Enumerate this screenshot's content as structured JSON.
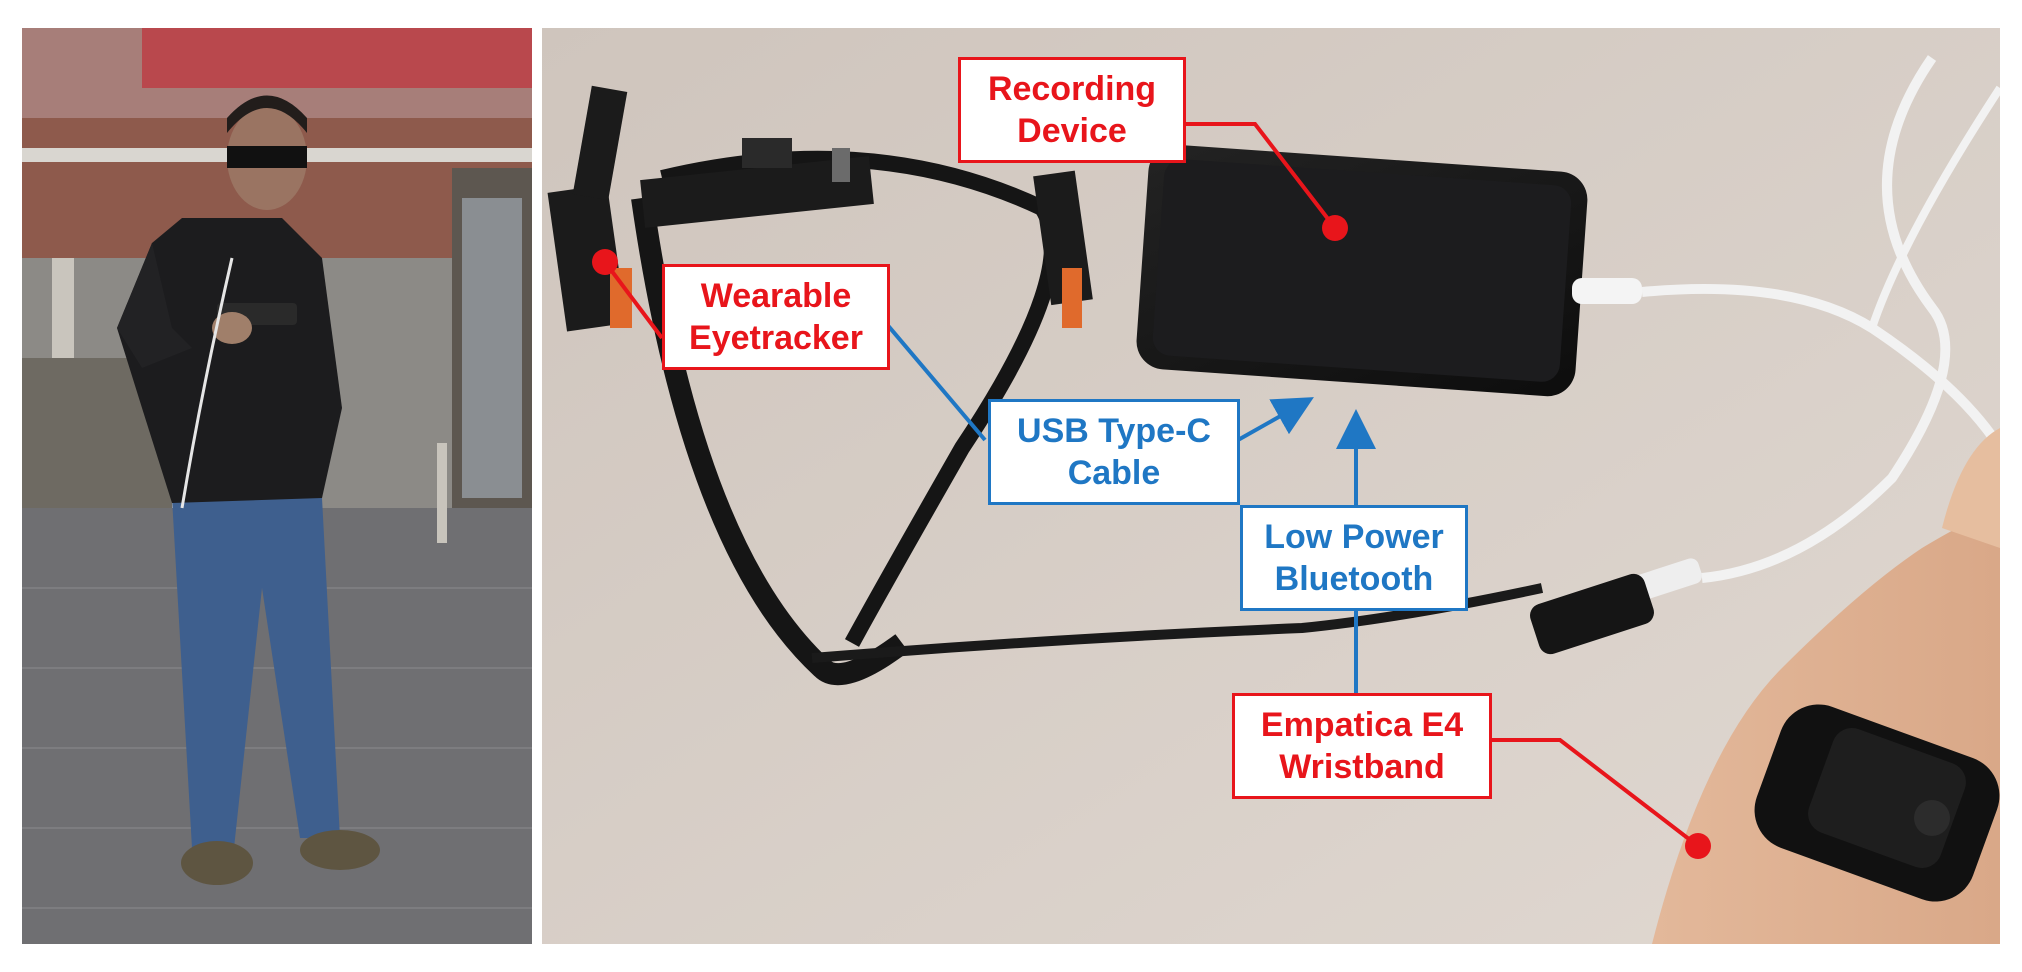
{
  "colors": {
    "label_red": "#e8151b",
    "label_blue": "#1f77c4",
    "table_surface": "#d7cfc8",
    "device_black": "#161616"
  },
  "left_photo": {
    "description_icon": "person-with-eyetracker-photo"
  },
  "right_photo": {
    "description_icon": "devices-on-table-photo"
  },
  "labels": {
    "recording_device": {
      "line1": "Recording",
      "line2": "Device"
    },
    "wearable_eyetracker": {
      "line1": "Wearable",
      "line2": "Eyetracker"
    },
    "usb_cable": {
      "line1": "USB Type-C",
      "line2": "Cable"
    },
    "low_power_bluetooth": {
      "line1": "Low Power",
      "line2": "Bluetooth"
    },
    "empatica_wristband": {
      "line1": "Empatica E4",
      "line2": "Wristband"
    }
  }
}
